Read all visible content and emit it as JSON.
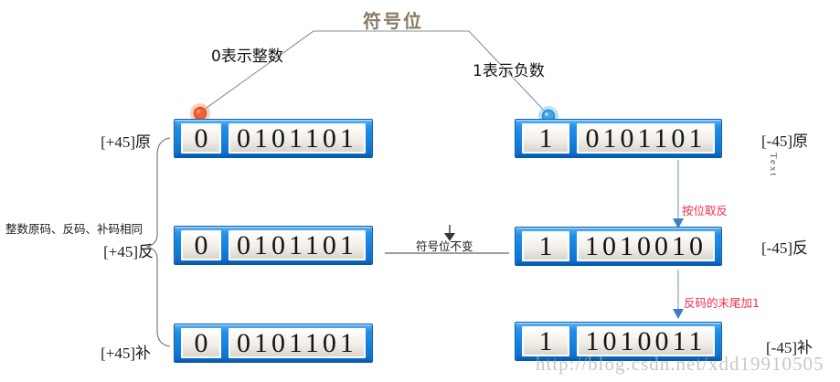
{
  "title": "符号位",
  "annotations": {
    "zero_means": "0表示整数",
    "one_means": "1表示负数",
    "left_note": "整数原码、反码、补码相同",
    "sign_unchanged": "符号位不变",
    "step_invert": "按位取反",
    "step_plus_one": "反码的末尾加1",
    "vertical_text": "Text"
  },
  "left_column": {
    "rows": [
      {
        "label": "[+45]原",
        "sign": "0",
        "bits": "0101101"
      },
      {
        "label": "[+45]反",
        "sign": "0",
        "bits": "0101101"
      },
      {
        "label": "[+45]补",
        "sign": "0",
        "bits": "0101101"
      }
    ]
  },
  "right_column": {
    "rows": [
      {
        "label": "[-45]原",
        "sign": "1",
        "bits": "0101101"
      },
      {
        "label": "[-45]反",
        "sign": "1",
        "bits": "1010010"
      },
      {
        "label": "[-45]补",
        "sign": "1",
        "bits": "1010011"
      }
    ]
  },
  "watermark": "http://blog.csdn.net/xdd19910505",
  "colors": {
    "box_blue": "#1b84e0",
    "title_brown": "#8a7a66",
    "note_red": "#ee3050",
    "dot_orange": "#ee6234",
    "dot_blue": "#49a5e2"
  }
}
